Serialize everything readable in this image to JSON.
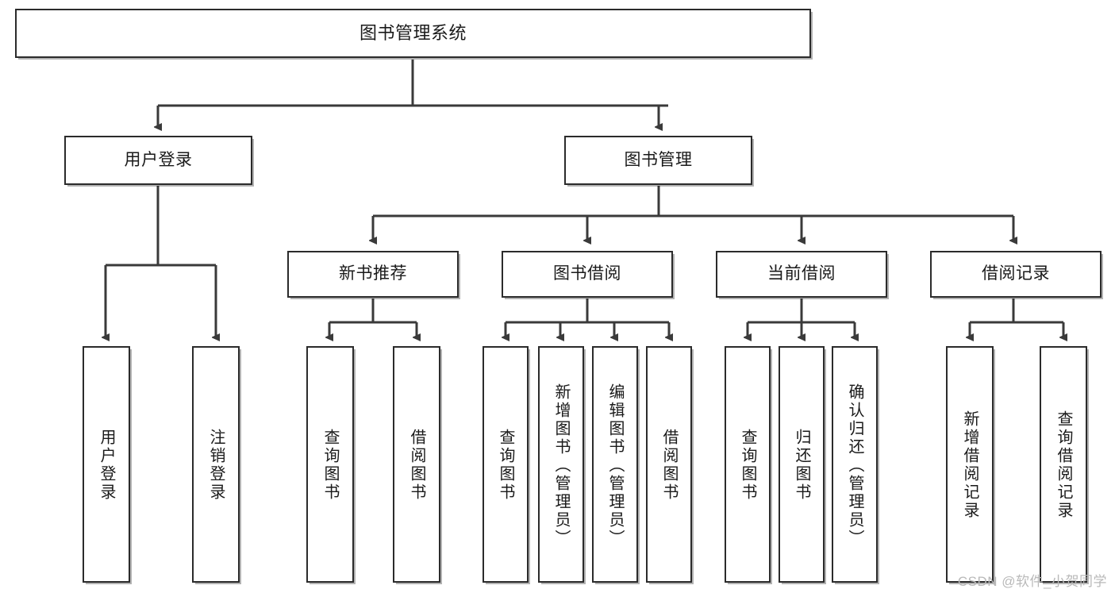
{
  "diagram": {
    "title": "图书管理系统",
    "watermark": "CSDN @软件_小贺同学",
    "root": {
      "label": "图书管理系统"
    },
    "level2": [
      {
        "label": "用户登录"
      },
      {
        "label": "图书管理"
      }
    ],
    "level3": [
      {
        "label": "新书推荐"
      },
      {
        "label": "图书借阅"
      },
      {
        "label": "当前借阅"
      },
      {
        "label": "借阅记录"
      }
    ],
    "leaves": {
      "user_login": [
        {
          "label": "用户登录"
        },
        {
          "label": "注销登录"
        }
      ],
      "new_book": [
        {
          "label": "查询图书"
        },
        {
          "label": "借阅图书"
        }
      ],
      "book_borrow": [
        {
          "label": "查询图书"
        },
        {
          "label": "新增图书（管理员）"
        },
        {
          "label": "编辑图书（管理员）"
        },
        {
          "label": "借阅图书"
        }
      ],
      "current_borrow": [
        {
          "label": "查询图书"
        },
        {
          "label": "归还图书"
        },
        {
          "label": "确认归还（管理员）"
        }
      ],
      "borrow_record": [
        {
          "label": "新增借阅记录"
        },
        {
          "label": "查询借阅记录"
        }
      ]
    }
  },
  "colors": {
    "box_border": "#2b2b2b",
    "connector": "#3a3a3a",
    "box_fill": "#ffffff",
    "text": "#1a1a1a",
    "watermark": "#b9b9b9"
  }
}
